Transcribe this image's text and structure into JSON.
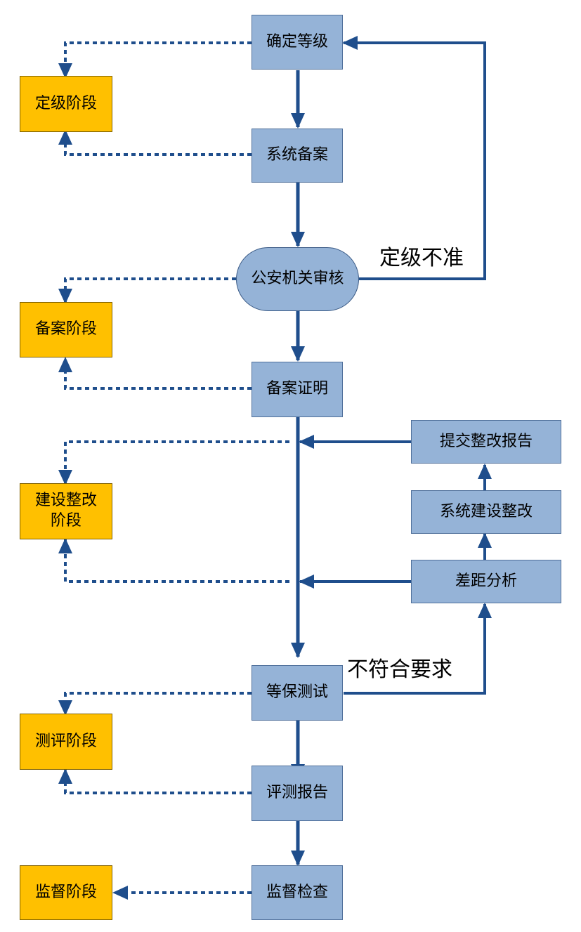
{
  "process_steps": {
    "determine_level": "确定等级",
    "system_filing": "系统备案",
    "police_review": "公安机关审核",
    "filing_certificate": "备案证明",
    "submit_rectification_report": "提交整改报告",
    "system_construction_rectification": "系统建设整改",
    "gap_analysis": "差距分析",
    "protection_test": "等保测试",
    "evaluation_report": "评测报告",
    "supervision_inspection": "监督检查"
  },
  "phases": {
    "grading": "定级阶段",
    "filing": "备案阶段",
    "construction": "建设整改阶段",
    "evaluation": "测评阶段",
    "supervision": "监督阶段"
  },
  "edge_labels": {
    "grading_inaccurate": "定级不准",
    "not_compliant": "不符合要求"
  },
  "colors": {
    "process_fill": "#95b3d7",
    "phase_fill": "#ffc000",
    "arrow": "#1f4e8c"
  }
}
